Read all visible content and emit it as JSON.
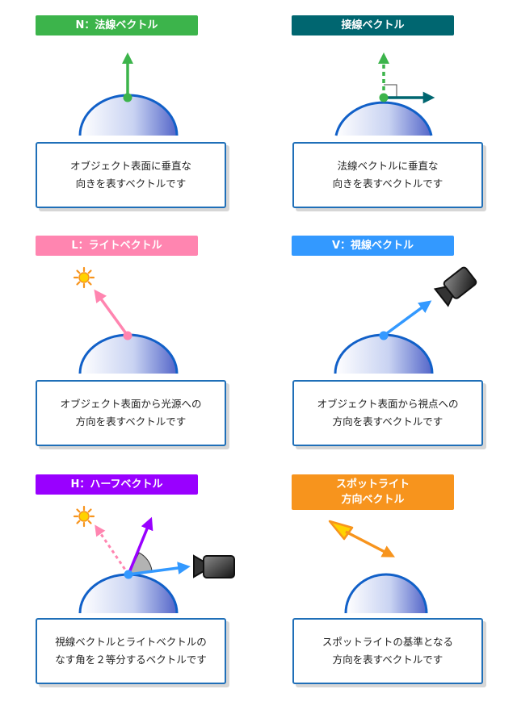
{
  "colors": {
    "normal": "#3cb44b",
    "tangent": "#006670",
    "light": "#ff85b0",
    "view": "#3399ff",
    "half": "#9900ff",
    "spot": "#f7941d",
    "hemisphere_stroke": "#1160c8",
    "box_border": "#1f6fb8"
  },
  "panels": [
    {
      "title": "N：法線ベクトル",
      "desc_lines": [
        "オブジェクト表面に垂直な",
        "向きを表すベクトルです"
      ]
    },
    {
      "title": "接線ベクトル",
      "desc_lines": [
        "法線ベクトルに垂直な",
        "向きを表すベクトルです"
      ]
    },
    {
      "title": "L：ライトベクトル",
      "desc_lines": [
        "オブジェクト表面から光源への",
        "方向を表すベクトルです"
      ]
    },
    {
      "title": "V：視線ベクトル",
      "desc_lines": [
        "オブジェクト表面から視点への",
        "方向を表すベクトルです"
      ]
    },
    {
      "title": "H：ハーフベクトル",
      "desc_lines": [
        "視線ベクトルとライトベクトルの",
        "なす角を２等分するベクトルです"
      ]
    },
    {
      "title_lines": [
        "スポットライト",
        "方向ベクトル"
      ],
      "desc_lines": [
        "スポットライトの基準となる",
        "方向を表すベクトルです"
      ]
    }
  ],
  "icons": [
    "sun-icon",
    "camera-icon",
    "spotlight-icon",
    "right-angle-mark"
  ]
}
